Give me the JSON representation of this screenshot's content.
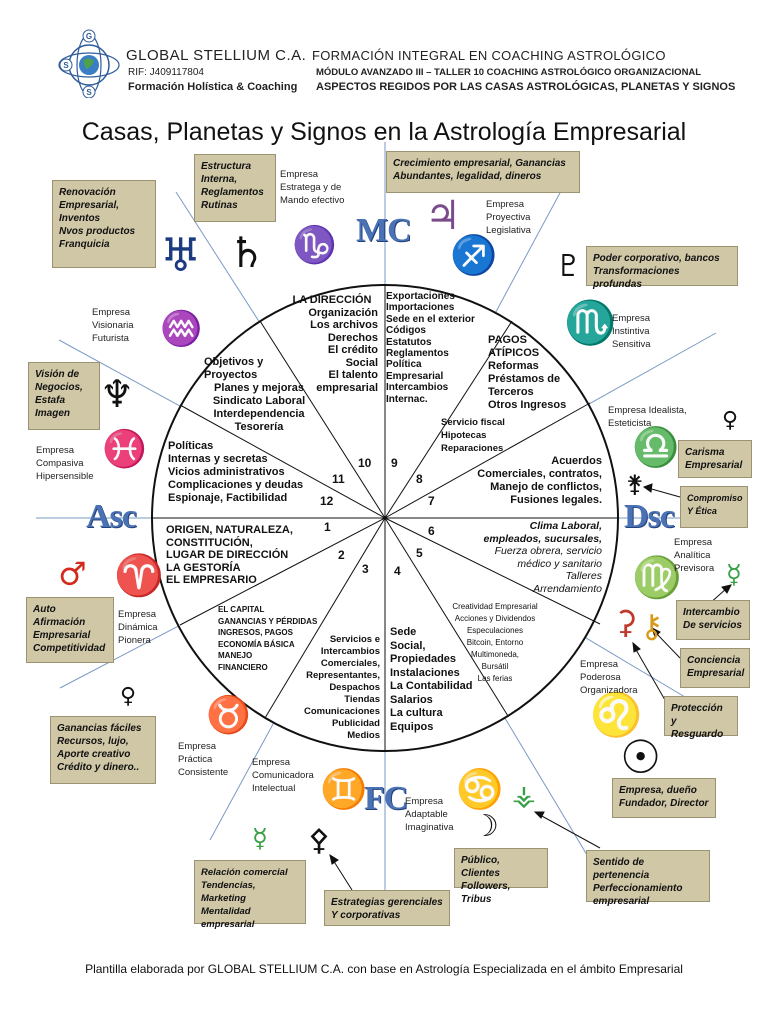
{
  "header": {
    "logo_letters": [
      "G",
      "S",
      "S"
    ],
    "company": "GLOBAL STELLIUM C.A.",
    "rif": "RIF: J409117804",
    "subtitle": "Formación Holística & Coaching",
    "right_line1": "FORMACIÓN INTEGRAL EN COACHING ASTROLÓGICO",
    "right_line2": "MÓDULO AVANZADO III – TALLER 10  COACHING ASTROLÓGICO ORGANIZACIONAL",
    "right_line3": "ASPECTOS REGIDOS POR LAS CASAS ASTROLÓGICAS, PLANETAS Y SIGNOS"
  },
  "title": "Casas, Planetas y Signos en la Astrología Empresarial",
  "angles": {
    "mc": "MC",
    "asc": "Asc",
    "dsc": "Dsc",
    "fc": "FC"
  },
  "house_numbers": [
    "1",
    "2",
    "3",
    "4",
    "5",
    "6",
    "7",
    "8",
    "9",
    "10",
    "11",
    "12"
  ],
  "houses": {
    "h1": [
      "ORIGEN, NATURALEZA,",
      "CONSTITUCIÓN,",
      "LUGAR DE DIRECCIÓN",
      "LA GESTORÍA",
      "EL EMPRESARIO"
    ],
    "h2": [
      "EL CAPITAL",
      "GANANCIAS Y PÉRDIDAS",
      "INGRESOS, PAGOS",
      "ECONOMÍA BÁSICA",
      "MANEJO",
      "FINANCIERO"
    ],
    "h3": [
      "Servicios e",
      "Intercambios",
      "Comerciales,",
      "Representantes,",
      "Despachos",
      "Tiendas",
      "Comunicaciones",
      "Publicidad",
      "Medios"
    ],
    "h4": [
      "Sede",
      "Social,",
      "Propiedades",
      "Instalaciones",
      "La Contabilidad",
      "Salarios",
      "La cultura",
      "Equipos"
    ],
    "h5": [
      "Creatividad Empresarial",
      "Acciones y Dividendos",
      "Especulaciones",
      "Bitcoin, Entorno",
      "Multimoneda,",
      "Bursátil",
      "Las ferias"
    ],
    "h6": [
      "Clima Laboral,",
      "empleados, sucursales,",
      "Fuerza obrera, servicio",
      "médico y sanitario",
      "Talleres",
      "Arrendamiento"
    ],
    "h7": [
      "Acuerdos",
      "Comerciales, contratos,",
      "Manejo de conflictos,",
      "Fusiones legales."
    ],
    "h8a": [
      "PAGOS",
      "ATÍPICOS",
      "Reformas",
      "Préstamos de",
      "Terceros",
      "Otros Ingresos"
    ],
    "h8b": [
      "Servicio fiscal",
      "Hipotecas",
      "Reparaciones"
    ],
    "h9": [
      "Exportaciones",
      "Importaciones",
      "Sede en el exterior",
      "Códigos",
      "Estatutos",
      "Reglamentos",
      "Política",
      "Empresarial",
      "Intercambios",
      "Internac."
    ],
    "h10": [
      "LA DIRECCIÓN",
      "Organización",
      "Los archivos",
      "Derechos",
      "El crédito",
      "Social",
      "El talento",
      "empresarial"
    ],
    "h11": [
      "Objetivos y",
      "Proyectos",
      "Planes y mejoras",
      "Sindicato Laboral",
      "Interdependencia",
      "Tesorería"
    ],
    "h12": [
      "Políticas",
      "Internas y secretas",
      "Vicios administrativos",
      "Complicaciones y deudas",
      "Espionaje, Factibilidad"
    ]
  },
  "sign_labels": {
    "capricorn": [
      "Empresa",
      "Estratega y de",
      "Mando efectivo"
    ],
    "sagittarius": [
      "Empresa",
      "Proyectiva",
      "Legislativa"
    ],
    "scorpio": [
      "Empresa",
      "Instintiva",
      "Sensitiva"
    ],
    "libra": [
      "Empresa Idealista,",
      "Esteticista"
    ],
    "virgo": [
      "Empresa",
      "Analítica",
      "Previsora"
    ],
    "leo": [
      "Empresa",
      "Poderosa",
      "Organizadora"
    ],
    "cancer": [
      "Empresa",
      "Adaptable",
      "Imaginativa"
    ],
    "gemini": [
      "Empresa",
      "Comunicadora",
      "Intelectual"
    ],
    "taurus": [
      "Empresa",
      "Práctica",
      "Consistente"
    ],
    "aries": [
      "Empresa",
      "Dinámica",
      "Pionera"
    ],
    "pisces": [
      "Empresa",
      "Compasiva",
      "Hipersensible"
    ],
    "aquarius": [
      "Empresa",
      "Visionaria",
      "Futurista"
    ]
  },
  "notes": {
    "saturn": [
      "Estructura",
      "Interna,",
      "Reglamentos",
      "Rutinas"
    ],
    "jupiter": [
      "Crecimiento empresarial, Ganancias",
      "Abundantes, legalidad, dineros"
    ],
    "uranus": [
      "Renovación",
      "Empresarial,",
      "Inventos",
      "Nvos productos",
      "Franquicia"
    ],
    "pluto": [
      "Poder corporativo, bancos",
      "Transformaciones profundas"
    ],
    "neptune": [
      "Visión de",
      "Negocios,",
      "Estafa",
      "Imagen"
    ],
    "venus_libra": [
      "Carisma",
      "Empresarial"
    ],
    "juno": [
      "Compromiso",
      "Y Ética"
    ],
    "mercury_virgo": [
      "Intercambio",
      "De servicios"
    ],
    "chiron": [
      "Conciencia",
      "Empresarial"
    ],
    "ceres": [
      "Protección y",
      "Resguardo"
    ],
    "sun": [
      "Empresa, dueño",
      "Fundador, Director"
    ],
    "mars": [
      "Auto",
      "Afirmación",
      "Empresarial",
      "Competitividad"
    ],
    "venus_taurus": [
      "Ganancias fáciles",
      "Recursos, lujo,",
      "Aporte creativo",
      "Crédito y dinero.."
    ],
    "moon": [
      "Público, Clientes",
      "Followers, Tribus"
    ],
    "vesta": [
      "Sentido de pertenencia",
      "Perfeccionamiento",
      "empresarial"
    ],
    "mercury_gemini": [
      "Relación comercial",
      "Tendencias,",
      "Marketing",
      "Mentalidad empresarial"
    ],
    "pallas": [
      "Estrategias gerenciales",
      "Y corporativas"
    ]
  },
  "glyphs": {
    "uranus": "♅",
    "saturn": "♄",
    "capricorn": "♑",
    "jupiter": "♃",
    "sagittarius": "♐",
    "pluto": "♇",
    "scorpio": "♏",
    "aquarius": "♒",
    "neptune": "♆",
    "pisces": "♓",
    "venus": "♀",
    "libra": "♎",
    "juno": "⚵",
    "virgo": "♍",
    "mercury": "☿",
    "ceres": "⚳",
    "chiron": "⚷",
    "mars": "♂",
    "aries": "♈",
    "leo": "♌",
    "taurus": "♉",
    "sun": "☉",
    "gemini": "♊",
    "cancer": "♋",
    "moon": "☽",
    "pallas": "⚴",
    "vesta": "⚶"
  },
  "colors": {
    "box_bg": "#cfc7a6",
    "angle_blue": "#4a72b5",
    "jupiter": "#7a4a8c",
    "mars": "#d42a1e",
    "mercury": "#3aa046",
    "ceres": "#c0392b",
    "chiron": "#d99a1a"
  },
  "footer": "Plantilla elaborada por GLOBAL STELLIUM C.A. con base en Astrología Especializada en el ámbito Empresarial"
}
